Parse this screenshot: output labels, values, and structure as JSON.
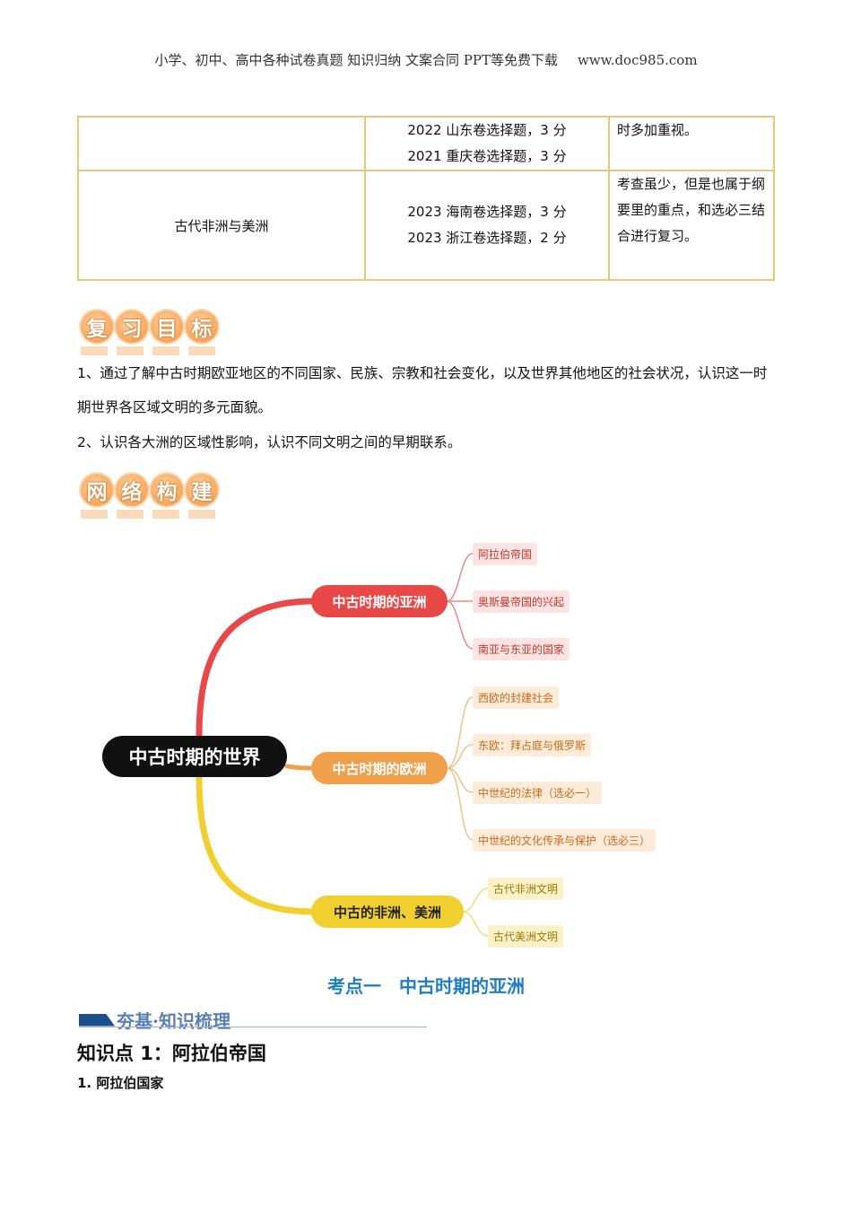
{
  "header": {
    "text": "小学、初中、高中各种试卷真题 知识归纳 文案合同 PPT等免费下载",
    "url": "www.doc985.com"
  },
  "table": {
    "rows": [
      {
        "topic": "",
        "exams": [
          "2022 山东卷选择题，3 分",
          "2021 重庆卷选择题，3 分"
        ],
        "note": "时多加重视。"
      },
      {
        "topic": "古代非洲与美洲",
        "exams": [
          "2023 海南卷选择题，3 分",
          "2023 浙江卷选择题，2 分"
        ],
        "note": "考查虽少，但是也属于纲要里的重点，和选必三结合进行复习。"
      }
    ]
  },
  "review_goals": {
    "badge": [
      "复",
      "习",
      "目",
      "标"
    ],
    "items": [
      "1、通过了解中古时期欧亚地区的不同国家、民族、宗教和社会变化，以及世界其他地区的社会状况，认识这一时期世界各区域文明的多元面貌。",
      "2、认识各大洲的区域性影响，认识不同文明之间的早期联系。"
    ]
  },
  "network": {
    "badge": [
      "网",
      "络",
      "构",
      "建"
    ],
    "root": "中古时期的世界",
    "branches": [
      {
        "label": "中古时期的亚洲",
        "color": "#e84848",
        "leaves": [
          "阿拉伯帝国",
          "奥斯曼帝国的兴起",
          "南亚与东亚的国家"
        ]
      },
      {
        "label": "中古时期的欧洲",
        "color": "#f0a04b",
        "leaves": [
          "西欧的封建社会",
          "东欧：拜占庭与俄罗斯",
          "中世纪的法律（选必一）",
          "中世纪的文化传承与保护（选必三）"
        ]
      },
      {
        "label": "中古的非洲、美洲",
        "color": "#f0cf2e",
        "leaves": [
          "古代非洲文明",
          "古代美洲文明"
        ]
      }
    ]
  },
  "section": {
    "left": "考点一",
    "right": "中古时期的亚洲"
  },
  "bar_label": "夯基·知识梳理",
  "knowledge_point": "知识点 1：阿拉伯帝国",
  "subheading": "1. 阿拉伯国家"
}
